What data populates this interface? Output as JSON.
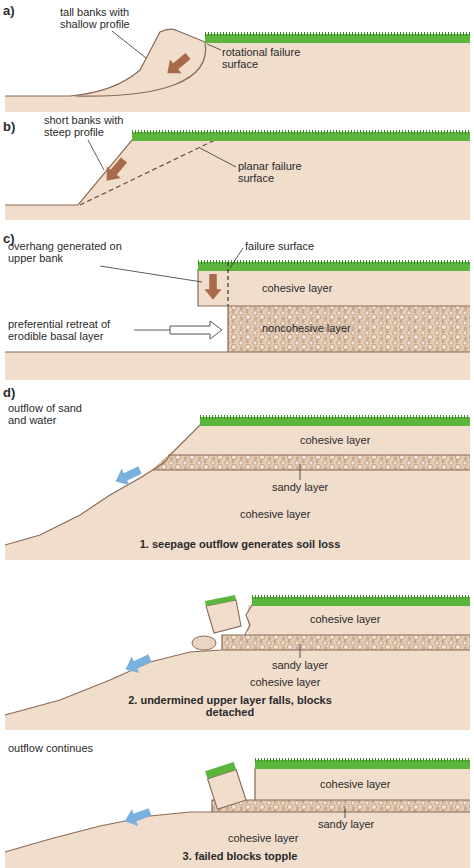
{
  "diagram": {
    "labels": [
      "a)",
      "tall banks with shallow profile",
      "rotational failure surface",
      "b)",
      "short banks with steep profile",
      "planar failure surface",
      "c)",
      "overhang generated on upper bank",
      "failure surface",
      "preferential retreat of erodible basal layer",
      "cohesive layer",
      "noncohesive layer",
      "d)",
      "outflow of sand and water",
      "cohesive layer",
      "sandy layer",
      "cohesive layer",
      "1. seepage outflow generates soil loss",
      "cohesive layer",
      "sandy layer",
      "cohesive layer",
      "2. undermined upper layer falls, blocks detached",
      "outflow continues",
      "cohesive layer",
      "sandy layer",
      "cohesive layer",
      "3. failed blocks topple"
    ]
  }
}
